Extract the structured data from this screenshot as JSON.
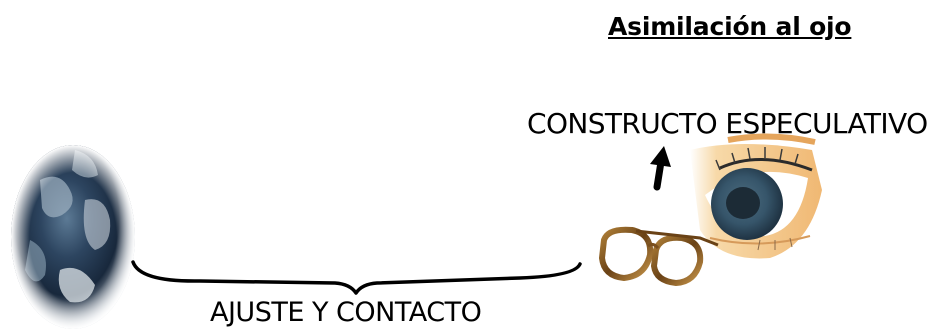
{
  "labels": {
    "heading": "Asimilación al ojo",
    "construct": "CONSTRUCTO ESPECULATIVO",
    "adjust": "AJUSTE Y CONTACTO"
  },
  "icons": {
    "earth": "earth-globe-icon",
    "eye": "eye-icon",
    "glasses": "eyeglasses-icon",
    "arrow": "up-arrow-icon",
    "brace": "curly-brace"
  }
}
